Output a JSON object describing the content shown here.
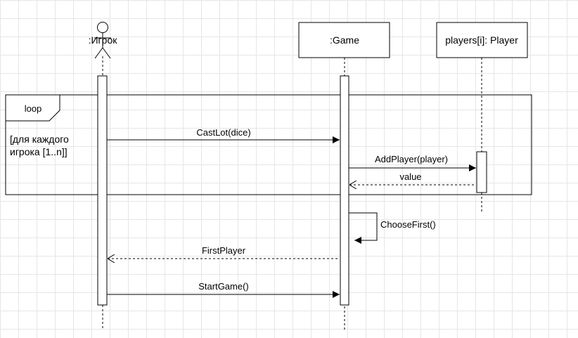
{
  "participants": {
    "actor": {
      "label": ":Игрок",
      "icon": "actor-icon"
    },
    "game": {
      "label": ":Game"
    },
    "players": {
      "label": "players[i]: Player"
    }
  },
  "fragment": {
    "operator": "loop",
    "guard_line1": "[для каждого",
    "guard_line2": "игрока [1..n]]"
  },
  "messages": {
    "castlot": "CastLot(dice)",
    "addplayer": "AddPlayer(player)",
    "value": "value",
    "choosefirst": "ChooseFirst()",
    "firstplayer": "FirstPlayer",
    "startgame": "StartGame()"
  }
}
